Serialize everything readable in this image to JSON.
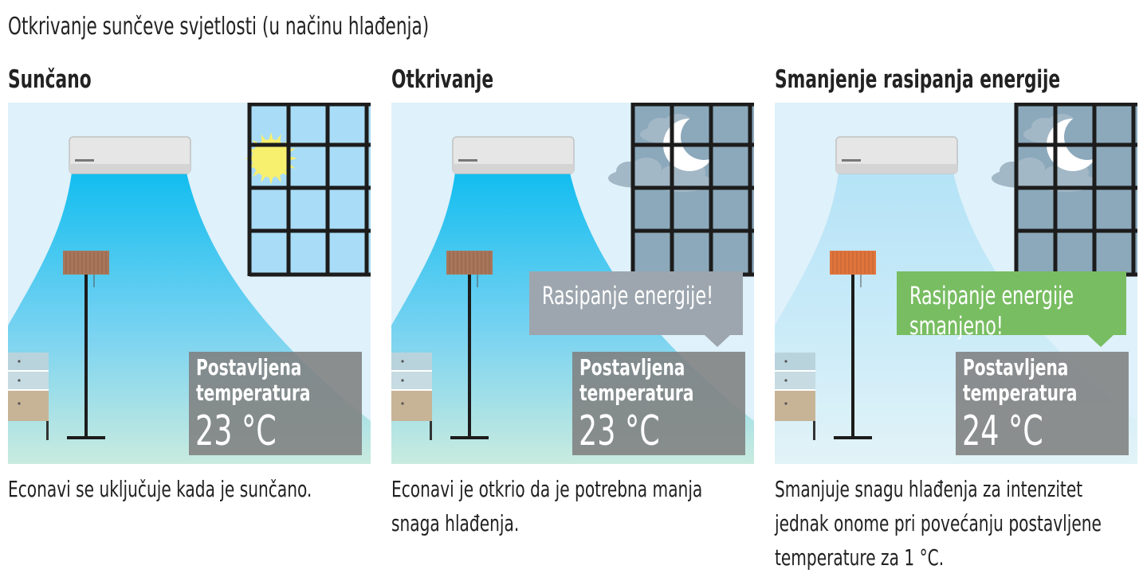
{
  "title": "Otkrivanje sunčeve svjetlosti (u načinu hlađenja)",
  "colors": {
    "wall": "#dff1fa",
    "airflow_strong": "#12bdf0",
    "airflow_light": "#b5e3f7",
    "window_day": "#a9dcf6",
    "window_night": "#8ba9bb",
    "window_frame": "#1c1c1c",
    "sun": "#f7ef6e",
    "temp_box": "#808080",
    "bubble_gray": "#9da6ae",
    "bubble_green": "#78bd62",
    "lamp_brown": "#a8765a",
    "lamp_orange": "#e0753c"
  },
  "panels": [
    {
      "heading": "Sunčano",
      "window": "day",
      "sky_icon": "sun-icon",
      "airflow": "strong",
      "lamp": "brown",
      "temp_label": "Postavljena\ntemperatura",
      "temp_value": "23 °C",
      "bubble": null,
      "caption": "Econavi se uključuje kada je sunčano."
    },
    {
      "heading": "Otkrivanje",
      "window": "night",
      "sky_icon": "moon-icon",
      "airflow": "strong",
      "lamp": "brown",
      "temp_label": "Postavljena\ntemperatura",
      "temp_value": "23 °C",
      "bubble": {
        "text": "Rasipanje energije!",
        "style": "gray"
      },
      "caption": "Econavi je otkrio da je potrebna manja\nsnaga hlađenja."
    },
    {
      "heading": "Smanjenje rasipanja energije",
      "window": "night",
      "sky_icon": "moon-icon",
      "airflow": "light",
      "lamp": "orange",
      "temp_label": "Postavljena\ntemperatura",
      "temp_value": "24 °C",
      "bubble": {
        "text": "Rasipanje energije\nsmanjeno!",
        "style": "green"
      },
      "caption": "Smanjuje snagu hlađenja za intenzitet\njednak onome pri povećanju postavljene\ntemperature za 1 °C."
    }
  ]
}
